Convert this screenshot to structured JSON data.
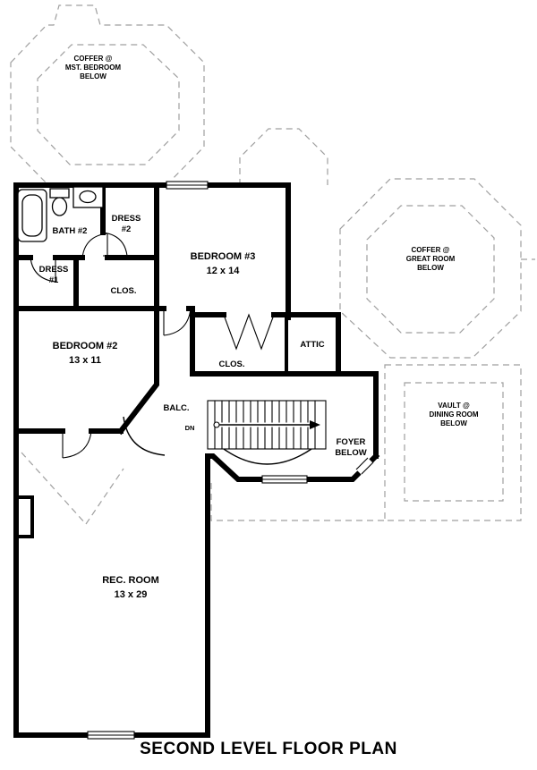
{
  "title": "SECOND LEVEL FLOOR PLAN",
  "colors": {
    "wall": "#000000",
    "dashed": "#9f9f9f",
    "bg": "#ffffff"
  },
  "labels": {
    "coffer_master_1": "COFFER @",
    "coffer_master_2": "MST. BEDROOM",
    "coffer_master_3": "BELOW",
    "bath2": "BATH #2",
    "dress2_1": "DRESS",
    "dress2_2": "#2",
    "dress1_1": "DRESS",
    "dress1_2": "#1",
    "closet_upper": "CLOS.",
    "bedroom3_name": "BEDROOM #3",
    "bedroom3_dims": "12 x 14",
    "coffer_great_1": "COFFER @",
    "coffer_great_2": "GREAT ROOM",
    "coffer_great_3": "BELOW",
    "attic": "ATTIC",
    "closet_hall": "CLOS.",
    "bedroom2_name": "BEDROOM #2",
    "bedroom2_dims": "13 x 11",
    "balcony": "BALC.",
    "down": "DN",
    "foyer_1": "FOYER",
    "foyer_2": "BELOW",
    "vault_1": "VAULT @",
    "vault_2": "DINING ROOM",
    "vault_3": "BELOW",
    "rec_name": "REC. ROOM",
    "rec_dims": "13 x 29"
  }
}
